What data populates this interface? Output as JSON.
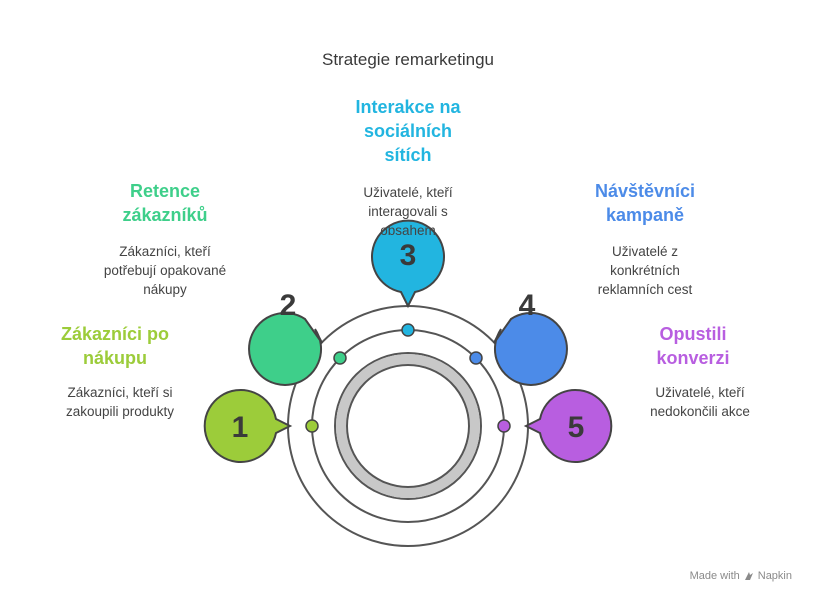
{
  "title": "Strategie remarketingu",
  "colors": {
    "stage1": "#9ccc3a",
    "stage2": "#3ecf8a",
    "stage3": "#22b5e0",
    "stage4": "#4c8be8",
    "stage5": "#b85ee0"
  },
  "stages": [
    {
      "number": "1",
      "heading": [
        "Zákazníci po",
        "nákupu"
      ],
      "description": [
        "Zákazníci, kteří si",
        "zakoupili produkty"
      ]
    },
    {
      "number": "2",
      "heading": [
        "Retence",
        "zákazníků"
      ],
      "description": [
        "Zákazníci, kteří",
        "potřebují opakované",
        "nákupy"
      ]
    },
    {
      "number": "3",
      "heading": [
        "Interakce na",
        "sociálních",
        "sítích"
      ],
      "description": [
        "Uživatelé, kteří",
        "interagovali s",
        "obsahem"
      ]
    },
    {
      "number": "4",
      "heading": [
        "Návštěvníci",
        "kampaně"
      ],
      "description": [
        "Uživatelé z",
        "konkrétních",
        "reklamních cest"
      ]
    },
    {
      "number": "5",
      "heading": [
        "Opustili",
        "konverzi"
      ],
      "description": [
        "Uživatelé, kteří",
        "nedokončili akce"
      ]
    }
  ],
  "footer": {
    "made_with": "Made with",
    "brand": "Napkin"
  }
}
